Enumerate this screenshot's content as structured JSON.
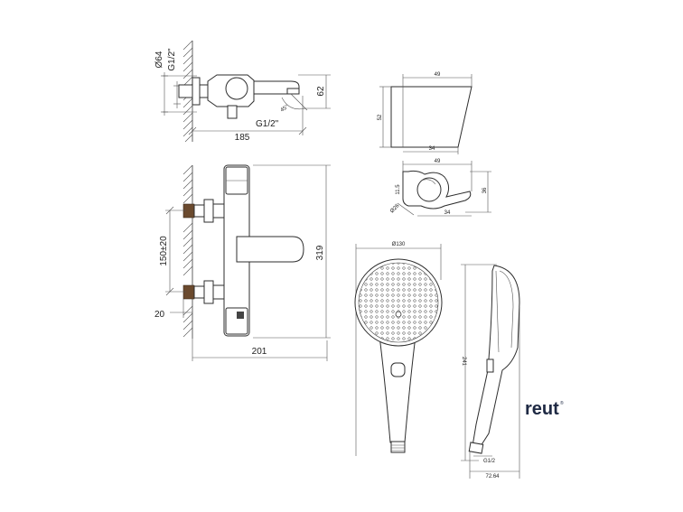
{
  "side_view": {
    "diameter": "Ø64",
    "inlet_thread": "G1/2\"",
    "height": "62",
    "outlet_thread": "G1/2\"",
    "depth": "185",
    "angle": "45°"
  },
  "front_view": {
    "inlet_spacing": "150±20",
    "wall_offset": "20",
    "height": "319",
    "width": "201"
  },
  "holder_side": {
    "top_width": "49",
    "height": "52",
    "bottom_width": "34"
  },
  "holder_top": {
    "top_width": "49",
    "depth": "36",
    "bottom_width": "34",
    "inner_offset": "11.5",
    "diameter": "Ø26"
  },
  "shower_front": {
    "diameter": "Ø130"
  },
  "shower_side": {
    "length": "241",
    "thread": "G1/2",
    "width": "72.64"
  },
  "brand": {
    "name": "reut",
    "mark": "®"
  }
}
